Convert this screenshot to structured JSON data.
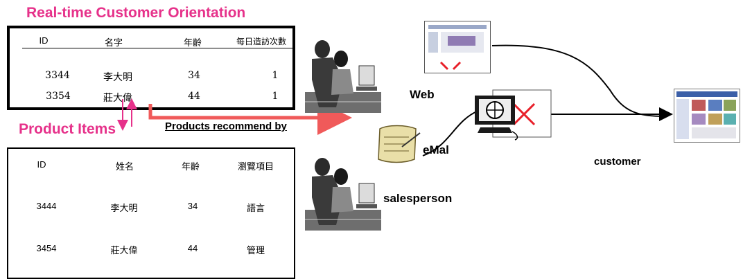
{
  "title_top": "Real-time Customer Orientation",
  "title_products": "Product Items",
  "recommend_label": "Products recommend by",
  "web_label": "Web",
  "email_label": "eMal",
  "salesperson_label": "salesperson",
  "customer_label": "customer",
  "table1": {
    "headers": [
      "ID",
      "名字",
      "年齡",
      "每日造訪次數"
    ],
    "rows": [
      [
        "3344",
        "李大明",
        "34",
        "1"
      ],
      [
        "3354",
        "莊大偉",
        "44",
        "1"
      ]
    ]
  },
  "table2": {
    "headers": [
      "ID",
      "姓名",
      "年齡",
      "瀏覽項目"
    ],
    "rows": [
      [
        "3444",
        "李大明",
        "34",
        "語言"
      ],
      [
        "3454",
        "莊大偉",
        "44",
        "管理"
      ]
    ]
  },
  "colors": {
    "accent": "#e6318a",
    "arrow": "#f05a5a",
    "cross": "#e8202a"
  },
  "icons": [
    "people-at-computer-icon",
    "web-page-icon",
    "email-scroll-icon",
    "computer-globe-icon",
    "customer-webpage-icon"
  ]
}
